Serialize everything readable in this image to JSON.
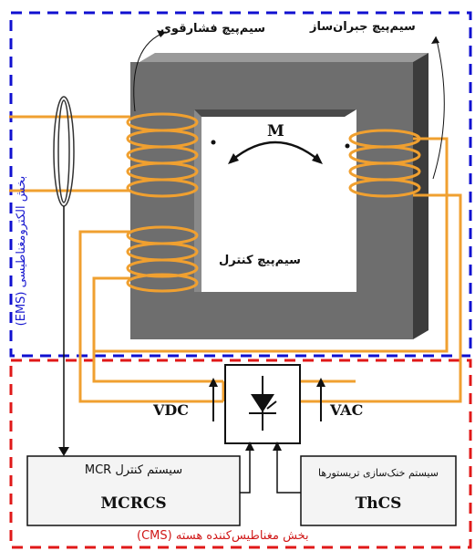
{
  "labels": {
    "reactive_coil": "سیم‌پیچ فشارقوی",
    "compensation_coil": "سیم‌پیچ جبران‌ساز",
    "control_coil": "سیم‌پیچ کنترل",
    "flux": "M",
    "ems_section": "بخش الکترومغناطیسی (EMS)",
    "cms_section": "بخش مغناطیس‌کننده هسته (CMS)",
    "vdc": "VDC",
    "vac": "VAC"
  },
  "boxes": {
    "mcrcs_title": "سیستم کنترل MCR",
    "mcrcs_code": "MCRCS",
    "thcs_title": "سیستم خنک‌سازی تریستورها",
    "thcs_code": "ThCS"
  },
  "colors": {
    "core": "#6e6e6e",
    "core_dark": "#3c3c3c",
    "winding": "#f0a030",
    "ems_border": "#1010d0",
    "cms_border": "#e01818",
    "ems_text": "#1a1ad0",
    "cms_text": "#d01818"
  }
}
